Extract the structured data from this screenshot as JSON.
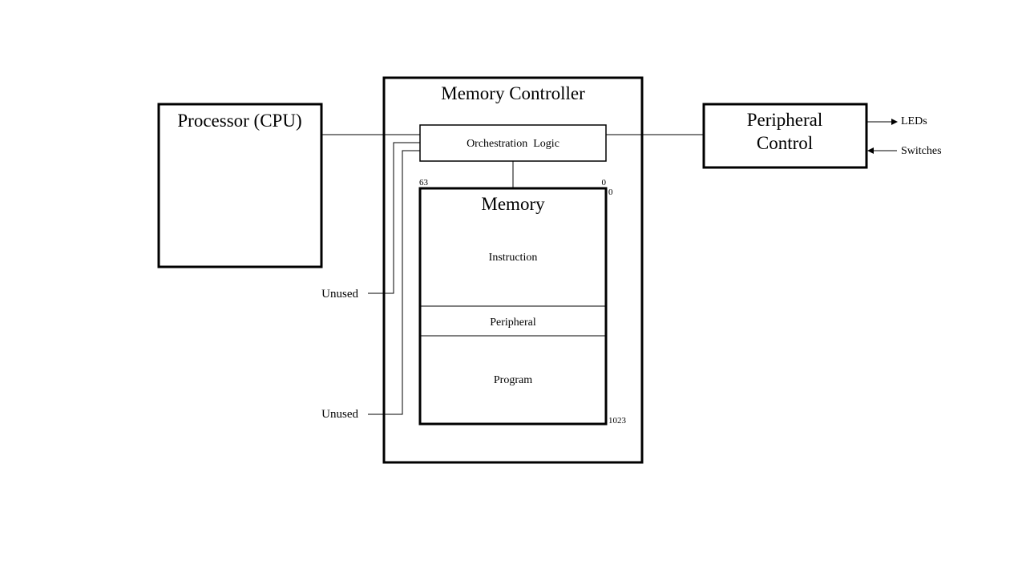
{
  "blocks": {
    "cpu": {
      "title": "Processor (CPU)"
    },
    "memory_controller": {
      "title": "Memory Controller"
    },
    "orchestration": {
      "label": "Orchestration  Logic"
    },
    "memory": {
      "title": "Memory",
      "bit_high": "63",
      "bit_low": "0",
      "addr_start": "0",
      "addr_end": "1023",
      "regions": [
        "Instruction",
        "Peripheral",
        "Program"
      ]
    },
    "peripheral": {
      "title_line1": "Peripheral",
      "title_line2": "Control"
    }
  },
  "io": {
    "leds": "LEDs",
    "switches": "Switches"
  },
  "unused_ports": [
    "Unused",
    "Unused"
  ]
}
